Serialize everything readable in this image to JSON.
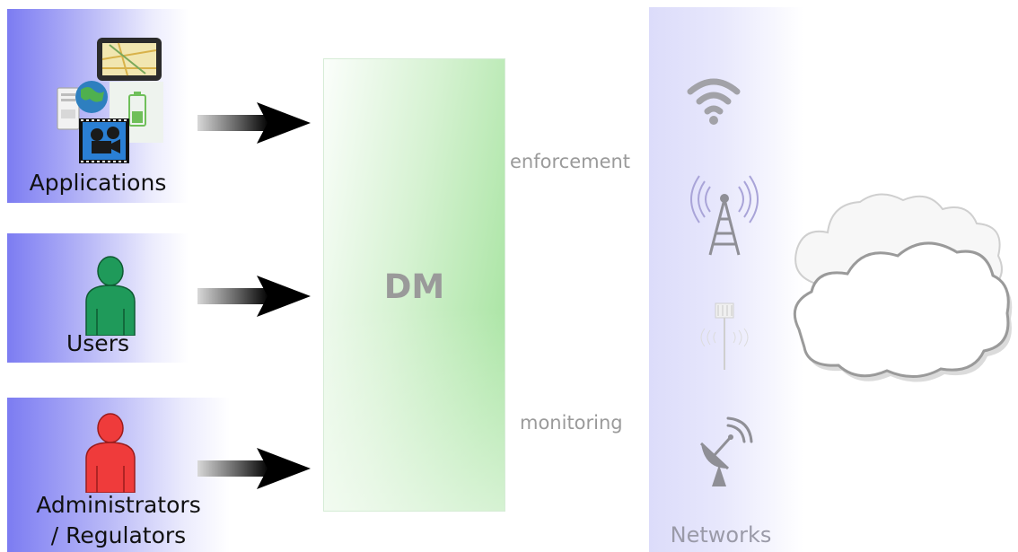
{
  "sources": [
    {
      "label": "Applications"
    },
    {
      "label": "Users"
    },
    {
      "label": "Administrators\n/ Regulators"
    }
  ],
  "dm": {
    "title": "DM"
  },
  "links": {
    "enforcement": "enforcement",
    "monitoring": "monitoring"
  },
  "networks": {
    "label": "Networks"
  },
  "icons": [
    "apps-collage-icon",
    "user-green-icon",
    "user-red-icon",
    "wifi-icon",
    "radio-tower-icon",
    "cell-antenna-icon",
    "satellite-dish-icon",
    "cloud-icon"
  ],
  "colors": {
    "user_green": "#1f9a5a",
    "user_red": "#ef3b3b",
    "panel_accent": "#7c7cf2",
    "dm_green": "#a3e29c"
  }
}
